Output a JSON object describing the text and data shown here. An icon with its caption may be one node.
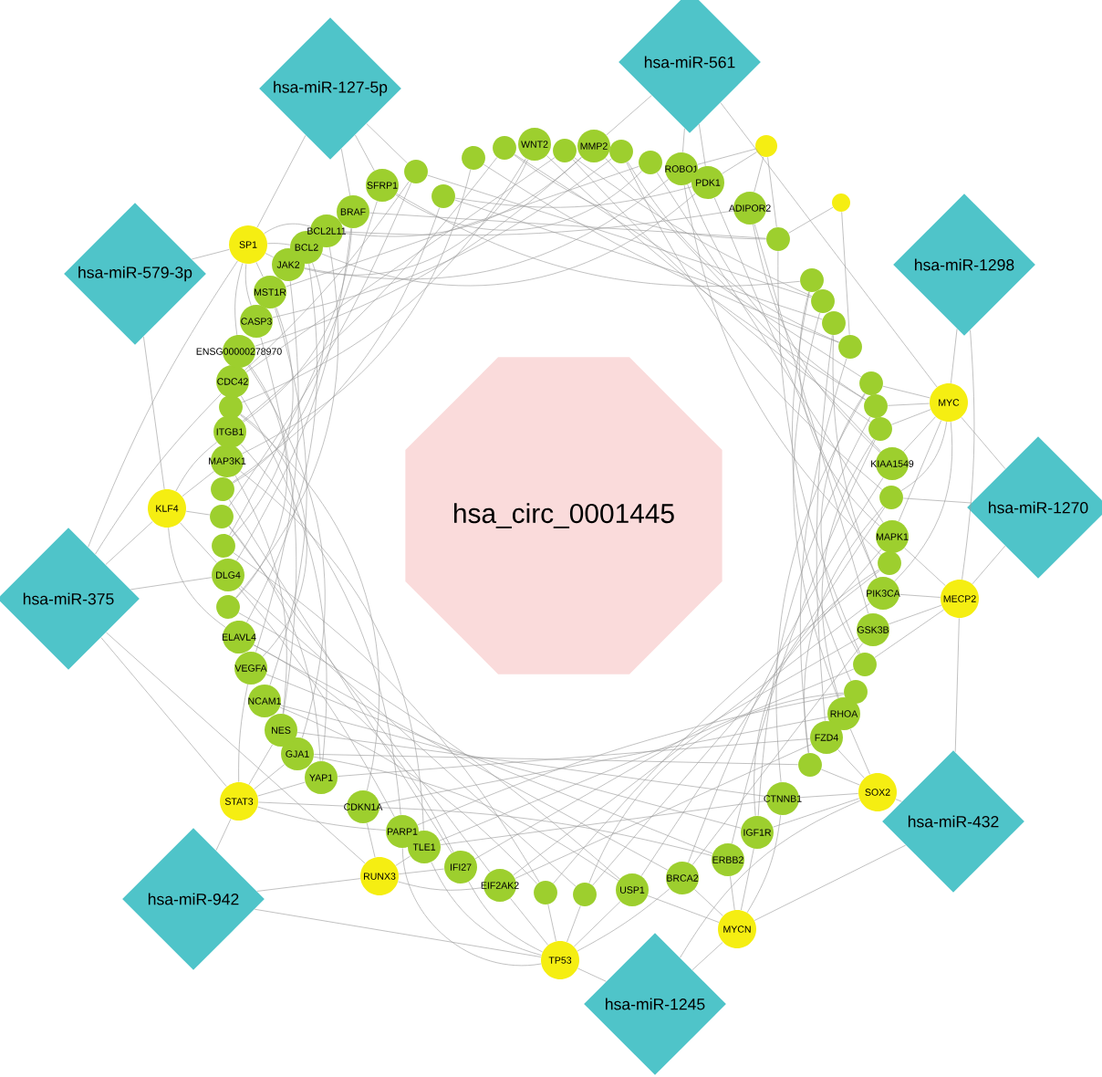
{
  "diagram": {
    "nodes": [
      {
        "text": [
          "hsa_circ_0001445"
        ]
      },
      {
        "text": [
          "hsa-miR-127-5p"
        ]
      },
      {
        "text": [
          "hsa-miR-561"
        ]
      },
      {
        "text": [
          "hsa-miR-579-3p"
        ]
      },
      {
        "text": [
          "hsa-miR-1298"
        ]
      },
      {
        "text": [
          "hsa-miR-1270"
        ]
      },
      {
        "text": [
          "hsa-miR-375"
        ]
      },
      {
        "text": [
          "hsa-miR-432"
        ]
      },
      {
        "text": [
          "hsa-miR-942"
        ]
      },
      {
        "text": [
          "hsa-miR-1245"
        ]
      },
      {
        "text": [
          "SP1"
        ]
      },
      {
        "text": [],
        "shape": "circle"
      },
      {
        "text": [],
        "shape": "circle"
      },
      {
        "text": [
          "MYC"
        ]
      },
      {
        "text": [
          "KLF4"
        ]
      },
      {
        "text": [
          "MECP2"
        ]
      },
      {
        "text": [
          "STAT3"
        ]
      },
      {
        "text": [
          "SOX2"
        ]
      },
      {
        "text": [
          "RUNX3"
        ]
      },
      {
        "text": [
          "MYCN"
        ]
      },
      {
        "text": [
          "TP53"
        ]
      },
      {
        "text": [],
        "shape": "circle"
      },
      {
        "text": [],
        "shape": "circle"
      },
      {
        "text": [],
        "shape": "circle"
      },
      {
        "text": [
          "WNT2"
        ]
      },
      {
        "text": [],
        "shape": "circle"
      },
      {
        "text": [
          "MMP2"
        ]
      },
      {
        "text": [],
        "shape": "circle"
      },
      {
        "text": [],
        "shape": "circle"
      },
      {
        "text": [
          "ROBO1"
        ]
      },
      {
        "text": [
          "PDK1"
        ]
      },
      {
        "text": [
          "ADIPOR2"
        ]
      },
      {
        "text": [],
        "shape": "circle"
      },
      {
        "text": [],
        "shape": "circle"
      },
      {
        "text": [],
        "shape": "circle"
      },
      {
        "text": [],
        "shape": "circle"
      },
      {
        "text": [],
        "shape": "circle"
      },
      {
        "text": [],
        "shape": "circle"
      },
      {
        "text": [],
        "shape": "circle"
      },
      {
        "text": [],
        "shape": "circle"
      },
      {
        "text": [
          "KIAA1549"
        ]
      },
      {
        "text": [],
        "shape": "circle"
      },
      {
        "text": [
          "MAPK1"
        ]
      },
      {
        "text": [],
        "shape": "circle"
      },
      {
        "text": [
          "PIK3CA"
        ]
      },
      {
        "text": [
          "GSK3B"
        ]
      },
      {
        "text": [],
        "shape": "circle"
      },
      {
        "text": [],
        "shape": "circle"
      },
      {
        "text": [
          "RHOA"
        ]
      },
      {
        "text": [
          "FZD4"
        ]
      },
      {
        "text": [],
        "shape": "circle"
      },
      {
        "text": [
          "CTNNB1"
        ]
      },
      {
        "text": [
          "IGF1R"
        ]
      },
      {
        "text": [
          "ERBB2"
        ]
      },
      {
        "text": [
          "BRCA2"
        ]
      },
      {
        "text": [
          "USP1"
        ]
      },
      {
        "text": [],
        "shape": "circle"
      },
      {
        "text": [],
        "shape": "circle"
      },
      {
        "text": [
          "EIF2AK2"
        ]
      },
      {
        "text": [
          "IFI27"
        ]
      },
      {
        "text": [
          "TLE1"
        ]
      },
      {
        "text": [
          "PARP1"
        ]
      },
      {
        "text": [
          "CDKN1A"
        ]
      },
      {
        "text": [
          "YAP1"
        ]
      },
      {
        "text": [
          "GJA1"
        ]
      },
      {
        "text": [
          "NES"
        ]
      },
      {
        "text": [
          "NCAM1"
        ]
      },
      {
        "text": [
          "VEGFA"
        ]
      },
      {
        "text": [
          "ELAVL4"
        ]
      },
      {
        "text": [],
        "shape": "circle"
      },
      {
        "text": [
          "DLG4"
        ]
      },
      {
        "text": [],
        "shape": "circle"
      },
      {
        "text": [],
        "shape": "circle"
      },
      {
        "text": [],
        "shape": "circle"
      },
      {
        "text": [
          "MAP3K1"
        ]
      },
      {
        "text": [
          "ITGB1"
        ]
      },
      {
        "text": [],
        "shape": "circle"
      },
      {
        "text": [
          "CDC42"
        ]
      },
      {
        "text": [
          "ENSG00000278970"
        ]
      },
      {
        "text": [
          "CASP3"
        ]
      },
      {
        "text": [
          "MST1R"
        ]
      },
      {
        "text": [
          "JAK2"
        ]
      },
      {
        "text": [
          "BCL2"
        ]
      },
      {
        "text": [
          "BCL2L11"
        ]
      },
      {
        "text": [
          "BRAF"
        ]
      },
      {
        "text": [
          "SFRP1"
        ]
      },
      {
        "text": [],
        "shape": "circle"
      }
    ],
    "edges": [
      {
        "from": 1,
        "to": 10,
        "arrow": "none"
      },
      {
        "from": 1,
        "to": 84,
        "arrow": "none"
      },
      {
        "from": 1,
        "to": 85,
        "arrow": "none"
      },
      {
        "from": 1,
        "to": 86,
        "arrow": "none"
      },
      {
        "from": 2,
        "to": 29,
        "arrow": "none"
      },
      {
        "from": 2,
        "to": 30,
        "arrow": "none"
      },
      {
        "from": 2,
        "to": 26,
        "arrow": "none"
      },
      {
        "from": 2,
        "to": 13,
        "arrow": "none"
      },
      {
        "from": 3,
        "to": 10,
        "arrow": "none"
      },
      {
        "from": 3,
        "to": 14,
        "arrow": "none"
      },
      {
        "from": 4,
        "to": 13,
        "arrow": "none"
      },
      {
        "from": 4,
        "to": 15,
        "arrow": "none"
      },
      {
        "from": 5,
        "to": 13,
        "arrow": "none"
      },
      {
        "from": 5,
        "to": 41,
        "arrow": "none"
      },
      {
        "from": 5,
        "to": 15,
        "arrow": "none"
      },
      {
        "from": 6,
        "to": 14,
        "arrow": "none"
      },
      {
        "from": 6,
        "to": 16,
        "arrow": "none"
      },
      {
        "from": 6,
        "to": 10,
        "arrow": "none"
      },
      {
        "from": 6,
        "to": 77,
        "arrow": "none"
      },
      {
        "from": 6,
        "to": 70,
        "arrow": "none"
      },
      {
        "from": 6,
        "to": 18,
        "arrow": "none"
      },
      {
        "from": 7,
        "to": 17,
        "arrow": "none"
      },
      {
        "from": 7,
        "to": 15,
        "arrow": "none"
      },
      {
        "from": 7,
        "to": 19,
        "arrow": "none"
      },
      {
        "from": 8,
        "to": 16,
        "arrow": "none"
      },
      {
        "from": 8,
        "to": 18,
        "arrow": "none"
      },
      {
        "from": 8,
        "to": 20,
        "arrow": "none"
      },
      {
        "from": 9,
        "to": 20,
        "arrow": "none"
      },
      {
        "from": 9,
        "to": 19,
        "arrow": "none"
      },
      {
        "from": 9,
        "to": 17,
        "arrow": "none"
      },
      {
        "from": 10,
        "to": 78,
        "arrow": "none"
      },
      {
        "from": 10,
        "to": 79,
        "arrow": "none"
      },
      {
        "from": 10,
        "to": 80,
        "arrow": "none"
      },
      {
        "from": 10,
        "to": 81,
        "arrow": "none"
      },
      {
        "from": 10,
        "to": 82,
        "arrow": "none"
      },
      {
        "from": 10,
        "to": 83,
        "arrow": "none"
      },
      {
        "from": 11,
        "to": 29,
        "arrow": "none"
      },
      {
        "from": 11,
        "to": 30,
        "arrow": "none"
      },
      {
        "from": 11,
        "to": 31,
        "arrow": "none"
      },
      {
        "from": 11,
        "to": 32,
        "arrow": "none"
      },
      {
        "from": 12,
        "to": 32,
        "arrow": "none"
      },
      {
        "from": 12,
        "to": 36,
        "arrow": "none"
      },
      {
        "from": 13,
        "to": 37,
        "arrow": "none"
      },
      {
        "from": 13,
        "to": 38,
        "arrow": "none"
      },
      {
        "from": 13,
        "to": 39,
        "arrow": "none"
      },
      {
        "from": 13,
        "to": 40,
        "arrow": "none"
      },
      {
        "from": 13,
        "to": 41,
        "arrow": "none"
      },
      {
        "from": 13,
        "to": 42,
        "arrow": "none"
      },
      {
        "from": 13,
        "to": 44,
        "arrow": "none"
      },
      {
        "from": 14,
        "to": 68,
        "arrow": "none"
      },
      {
        "from": 14,
        "to": 70,
        "arrow": "none"
      },
      {
        "from": 14,
        "to": 72,
        "arrow": "none"
      },
      {
        "from": 14,
        "to": 74,
        "arrow": "none"
      },
      {
        "from": 14,
        "to": 75,
        "arrow": "none"
      },
      {
        "from": 15,
        "to": 42,
        "arrow": "none"
      },
      {
        "from": 15,
        "to": 44,
        "arrow": "none"
      },
      {
        "from": 15,
        "to": 45,
        "arrow": "none"
      },
      {
        "from": 15,
        "to": 46,
        "arrow": "none"
      },
      {
        "from": 16,
        "to": 61,
        "arrow": "none"
      },
      {
        "from": 16,
        "to": 62,
        "arrow": "none"
      },
      {
        "from": 16,
        "to": 63,
        "arrow": "none"
      },
      {
        "from": 16,
        "to": 64,
        "arrow": "none"
      },
      {
        "from": 16,
        "to": 65,
        "arrow": "none"
      },
      {
        "from": 16,
        "to": 67,
        "arrow": "none"
      },
      {
        "from": 17,
        "to": 48,
        "arrow": "none"
      },
      {
        "from": 17,
        "to": 49,
        "arrow": "none"
      },
      {
        "from": 17,
        "to": 50,
        "arrow": "none"
      },
      {
        "from": 17,
        "to": 51,
        "arrow": "none"
      },
      {
        "from": 17,
        "to": 52,
        "arrow": "none"
      },
      {
        "from": 18,
        "to": 58,
        "arrow": "none"
      },
      {
        "from": 18,
        "to": 59,
        "arrow": "none"
      },
      {
        "from": 18,
        "to": 60,
        "arrow": "none"
      },
      {
        "from": 18,
        "to": 62,
        "arrow": "none"
      },
      {
        "from": 19,
        "to": 51,
        "arrow": "none"
      },
      {
        "from": 19,
        "to": 52,
        "arrow": "none"
      },
      {
        "from": 19,
        "to": 53,
        "arrow": "none"
      },
      {
        "from": 19,
        "to": 54,
        "arrow": "none"
      },
      {
        "from": 19,
        "to": 55,
        "arrow": "none"
      },
      {
        "from": 20,
        "to": 54,
        "arrow": "none"
      },
      {
        "from": 20,
        "to": 55,
        "arrow": "none"
      },
      {
        "from": 20,
        "to": 56,
        "arrow": "none"
      },
      {
        "from": 20,
        "to": 57,
        "arrow": "none"
      },
      {
        "from": 20,
        "to": 58,
        "arrow": "none"
      },
      {
        "from": 20,
        "to": 59,
        "arrow": "none"
      },
      {
        "from": 20,
        "to": 60,
        "arrow": "none"
      },
      {
        "from": 20,
        "to": 61,
        "arrow": "none"
      },
      {
        "from": 21,
        "to": 35,
        "arrow": "none"
      },
      {
        "from": 22,
        "to": 36,
        "arrow": "none"
      },
      {
        "from": 23,
        "to": 37,
        "arrow": "none"
      },
      {
        "from": 24,
        "to": 38,
        "arrow": "none"
      },
      {
        "from": 25,
        "to": 39,
        "arrow": "none"
      },
      {
        "from": 26,
        "to": 40,
        "arrow": "none"
      },
      {
        "from": 27,
        "to": 41,
        "arrow": "none"
      },
      {
        "from": 28,
        "to": 42,
        "arrow": "none"
      },
      {
        "from": 29,
        "to": 43,
        "arrow": "none"
      },
      {
        "from": 30,
        "to": 44,
        "arrow": "none"
      },
      {
        "from": 31,
        "to": 45,
        "arrow": "none"
      },
      {
        "from": 32,
        "to": 46,
        "arrow": "none"
      },
      {
        "from": 33,
        "to": 47,
        "arrow": "none"
      },
      {
        "from": 34,
        "to": 48,
        "arrow": "none"
      },
      {
        "from": 35,
        "to": 49,
        "arrow": "none"
      },
      {
        "from": 36,
        "to": 50,
        "arrow": "none"
      },
      {
        "from": 37,
        "to": 51,
        "arrow": "none"
      },
      {
        "from": 38,
        "to": 52,
        "arrow": "none"
      },
      {
        "from": 39,
        "to": 53,
        "arrow": "none"
      },
      {
        "from": 40,
        "to": 54,
        "arrow": "none"
      },
      {
        "from": 41,
        "to": 55,
        "arrow": "none"
      },
      {
        "from": 42,
        "to": 56,
        "arrow": "none"
      },
      {
        "from": 43,
        "to": 57,
        "arrow": "none"
      },
      {
        "from": 44,
        "to": 58,
        "arrow": "none"
      },
      {
        "from": 45,
        "to": 59,
        "arrow": "none"
      },
      {
        "from": 46,
        "to": 60,
        "arrow": "none"
      },
      {
        "from": 47,
        "to": 61,
        "arrow": "none"
      },
      {
        "from": 48,
        "to": 62,
        "arrow": "none"
      },
      {
        "from": 49,
        "to": 63,
        "arrow": "none"
      },
      {
        "from": 50,
        "to": 64,
        "arrow": "none"
      },
      {
        "from": 51,
        "to": 65,
        "arrow": "none"
      },
      {
        "from": 52,
        "to": 66,
        "arrow": "none"
      },
      {
        "from": 53,
        "to": 67,
        "arrow": "none"
      },
      {
        "from": 54,
        "to": 68,
        "arrow": "none"
      },
      {
        "from": 55,
        "to": 69,
        "arrow": "none"
      },
      {
        "from": 56,
        "to": 70,
        "arrow": "none"
      },
      {
        "from": 57,
        "to": 71,
        "arrow": "none"
      },
      {
        "from": 58,
        "to": 72,
        "arrow": "none"
      },
      {
        "from": 59,
        "to": 73,
        "arrow": "none"
      },
      {
        "from": 60,
        "to": 74,
        "arrow": "none"
      },
      {
        "from": 61,
        "to": 75,
        "arrow": "none"
      },
      {
        "from": 62,
        "to": 76,
        "arrow": "none"
      },
      {
        "from": 63,
        "to": 77,
        "arrow": "none"
      },
      {
        "from": 64,
        "to": 78,
        "arrow": "none"
      },
      {
        "from": 65,
        "to": 79,
        "arrow": "none"
      },
      {
        "from": 66,
        "to": 80,
        "arrow": "none"
      },
      {
        "from": 67,
        "to": 81,
        "arrow": "none"
      },
      {
        "from": 68,
        "to": 82,
        "arrow": "none"
      },
      {
        "from": 69,
        "to": 83,
        "arrow": "none"
      },
      {
        "from": 70,
        "to": 84,
        "arrow": "none"
      },
      {
        "from": 71,
        "to": 85,
        "arrow": "none"
      },
      {
        "from": 72,
        "to": 86,
        "arrow": "none"
      },
      {
        "from": 73,
        "to": 21,
        "arrow": "none"
      },
      {
        "from": 74,
        "to": 22,
        "arrow": "none"
      },
      {
        "from": 75,
        "to": 23,
        "arrow": "none"
      },
      {
        "from": 76,
        "to": 24,
        "arrow": "none"
      },
      {
        "from": 77,
        "to": 25,
        "arrow": "none"
      },
      {
        "from": 78,
        "to": 26,
        "arrow": "none"
      },
      {
        "from": 79,
        "to": 27,
        "arrow": "none"
      },
      {
        "from": 80,
        "to": 28,
        "arrow": "none"
      },
      {
        "from": 81,
        "to": 29,
        "arrow": "none"
      },
      {
        "from": 82,
        "to": 30,
        "arrow": "none"
      },
      {
        "from": 83,
        "to": 31,
        "arrow": "none"
      },
      {
        "from": 84,
        "to": 32,
        "arrow": "none"
      },
      {
        "from": 85,
        "to": 33,
        "arrow": "none"
      },
      {
        "from": 86,
        "to": 34,
        "arrow": "none"
      },
      {
        "from": 21,
        "to": 30,
        "arrow": "none"
      },
      {
        "from": 23,
        "to": 32,
        "arrow": "none"
      },
      {
        "from": 25,
        "to": 34,
        "arrow": "none"
      },
      {
        "from": 27,
        "to": 36,
        "arrow": "none"
      },
      {
        "from": 29,
        "to": 38,
        "arrow": "none"
      },
      {
        "from": 31,
        "to": 40,
        "arrow": "none"
      },
      {
        "from": 33,
        "to": 42,
        "arrow": "none"
      },
      {
        "from": 35,
        "to": 44,
        "arrow": "none"
      },
      {
        "from": 37,
        "to": 46,
        "arrow": "none"
      },
      {
        "from": 39,
        "to": 48,
        "arrow": "none"
      },
      {
        "from": 41,
        "to": 50,
        "arrow": "none"
      },
      {
        "from": 43,
        "to": 52,
        "arrow": "none"
      },
      {
        "from": 45,
        "to": 54,
        "arrow": "none"
      },
      {
        "from": 47,
        "to": 56,
        "arrow": "none"
      },
      {
        "from": 49,
        "to": 58,
        "arrow": "none"
      },
      {
        "from": 51,
        "to": 60,
        "arrow": "none"
      },
      {
        "from": 53,
        "to": 62,
        "arrow": "none"
      },
      {
        "from": 55,
        "to": 64,
        "arrow": "none"
      },
      {
        "from": 57,
        "to": 66,
        "arrow": "none"
      },
      {
        "from": 59,
        "to": 68,
        "arrow": "none"
      },
      {
        "from": 61,
        "to": 70,
        "arrow": "none"
      },
      {
        "from": 63,
        "to": 72,
        "arrow": "none"
      },
      {
        "from": 65,
        "to": 74,
        "arrow": "none"
      },
      {
        "from": 67,
        "to": 76,
        "arrow": "none"
      },
      {
        "from": 69,
        "to": 78,
        "arrow": "none"
      },
      {
        "from": 71,
        "to": 80,
        "arrow": "none"
      },
      {
        "from": 73,
        "to": 82,
        "arrow": "none"
      },
      {
        "from": 75,
        "to": 84,
        "arrow": "none"
      },
      {
        "from": 77,
        "to": 86,
        "arrow": "none"
      },
      {
        "from": 81,
        "to": 24,
        "arrow": "none"
      },
      {
        "from": 83,
        "to": 26,
        "arrow": "none"
      },
      {
        "from": 85,
        "to": 28,
        "arrow": "none"
      }
    ]
  }
}
